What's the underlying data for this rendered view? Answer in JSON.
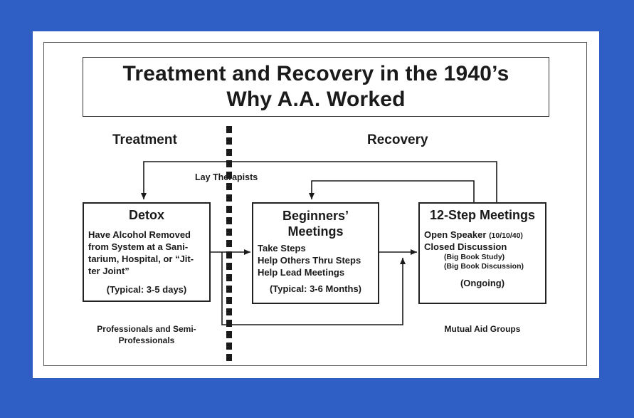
{
  "title": {
    "line1": "Treatment and Recovery in the 1940’s",
    "line2": "Why A.A. Worked"
  },
  "sections": {
    "treatment": "Treatment",
    "recovery": "Recovery"
  },
  "divider_label": "Lay Therapists",
  "detox": {
    "title": "Detox",
    "lines": [
      "Have Alcohol Removed",
      "from System at a Sani-",
      "tarium, Hospital, or “Jit-",
      "ter Joint”"
    ],
    "typical": "(Typical: 3-5 days)"
  },
  "beginners": {
    "title_line1": "Beginners’",
    "title_line2": "Meetings",
    "lines": [
      "Take Steps",
      "Help Others Thru Steps",
      "Help Lead Meetings"
    ],
    "typical": "(Typical: 3-6 Months)"
  },
  "twelve_step": {
    "title": "12-Step Meetings",
    "open_speaker": "Open Speaker",
    "open_speaker_ratio": "(10/10/40)",
    "closed_discussion": "Closed Discussion",
    "big_book_study": "(Big Book Study)",
    "big_book_discussion": "(Big Book Discussion)",
    "ongoing": "(Ongoing)"
  },
  "notes": {
    "professionals_line1": "Professionals and Semi-",
    "professionals_line2": "Professionals",
    "mutual_aid": "Mutual Aid Groups"
  },
  "colors": {
    "background": "#2f5fc4",
    "card": "#ffffff",
    "ink": "#1a1a1a"
  }
}
